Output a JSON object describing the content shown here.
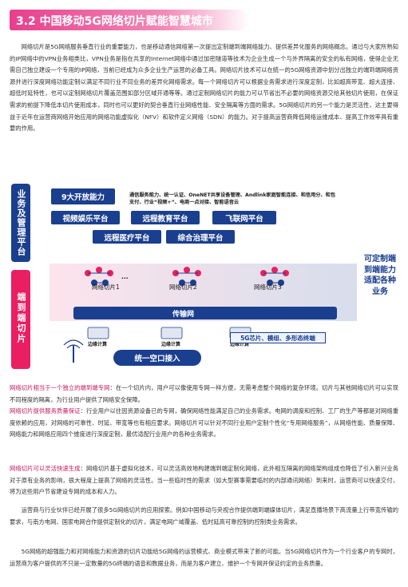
{
  "header": {
    "title": "3.2 中国移动5G网络切片赋能智慧城市"
  },
  "paragraphs": {
    "p1": "网络切片是5G网络服务垂直行业的重要能力，也是移动通信网络第一次提出定制端到端网络能力、提供差异化服务的网络概念。通过与大家所熟知的IP网络中的VPN业务相类比，VPN业务是指在共享的Internet网络中通过加密隧道等技术为企业生成一个与外界隔离的安全的私有网络，使得企业无需自己独立建设一个专用的IP网络，当前已经成为众多企业生产运营的必备工具。网络切片技术可以在统一的5G网络资源中划分出独立的端到端网络资源并进行深度网络功能定制以满足不同行业不同业务的差异化网络需求。每一个网络切片可以根据业务需求进行深度定制，比如超高带宽、超大连接、超低时延特性，也可以定制网络切片覆盖范围如部分区域开通等等。通过定制网络切片的能力可以节省出不必要的网络资源交给其他切片使用，在保证需求的前提下降低本切片使用成本，同时也可以更好的契合垂直行业网络性能、安全隔离等方面的需求。5G网络切片的另一个能力是灵活性，这主要得益于近年在运营商网络开始应用的网络功能虚拟化（NFV）和软件定义网络（SDN）的能力。对于提高运营商降低网络运维成本、提高工作效率具有重要的作用。",
    "p2_hl": "网络切片相当于一个独立的端到端专网",
    "p2": "：在一个切片内，用户可以像使用专网一样方便，无需考虑整个网络的复杂环境。切片与其他网络切片可以实现不同程度的隔离，为行业用户提供了网络安全保障。",
    "p3_hl": "网络切片提供服务质量保证",
    "p3": "：行业用户以往因资源设备已的专网，确保网络性能满足自己的业务需求。电网的调度和控制、工厂的生产等都是对网络重度依赖的应用，对网络的可靠性、时延、带宽等也有相应要求。网络切片可以针对不同行业用户定制个性化“专用网络服务”，从网络性能、质量保障、网络能力和网络应用四个维度进行深度定制，最优适配行业用户的各种业务需求。",
    "p4_hl": "网络切片可以灵活快速生成",
    "p4": "：网络切片基于虚拟化技术，可以灵活高效地构建端到端定制化网络，此外相互隔离的网络架构组成也降低了引入新兴业务对于原有业务的影响，很大程度上提高了网络的灵活性。当一些临时性的需求（如大型赛事需要临时的内部通讯网络）到来时，运营商可以快速交付，将为这些用户节省建设专网的成本和人力。",
    "p5": "运营商与行业伙伴已经开展了很多5G网络切片的应用探索。例如中国移动与央视合作提供端到端媒体切片，满足直播场景下高流量上行带宽传输的要求，与南方电网、国家电网合作提供定制化的切片，满足电网广域覆盖、低时延高可靠控制的控制类业务需求。",
    "p6": "5G网络的超强能力和对网络能力和资源的切片功能给5G网络的运营模式、商业模式带来了新的可能。当5G网络切片作为一个行业客户的专网时，运营商为客户提供的不只是一定数量的5G终端的语音和数据业务，而是为客户建立、维护一个专网并保证约定的业务质量。"
  },
  "diagram": {
    "left_top_label": "业务及管理平台",
    "left_bottom_label": "端到端切片",
    "open_capabilities": "9大开放能力",
    "capabilities_text": "通信服务能力、统一认证、OneNET共享设备管理、Andlink家庭智能连接、和信用分、和包支付、行业“视频+”、电商一点对接、智能语音云",
    "platforms": [
      "视频娱乐平台",
      "远程教育平台",
      "飞联网平台",
      "远程医疗平台",
      "综合治理平台"
    ],
    "right_label": "可定制端到端能力适配各种业务",
    "slices": [
      "网络切片1",
      "网络切片2",
      "网络切片3"
    ],
    "ellipsis": "...",
    "transport": "传输网",
    "edge_computing": "边缘计算",
    "unified_access": "统一空口接入",
    "chips_modules": "5G芯片、模组、多形态终端",
    "colors": {
      "navy": "#1b3f8f",
      "pink": "#e91e63",
      "accent": "#c2185b"
    }
  }
}
